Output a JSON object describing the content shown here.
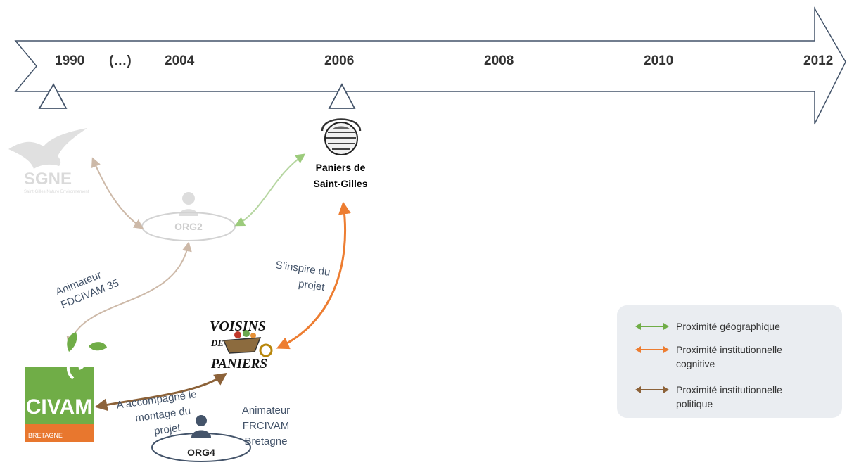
{
  "timeline": {
    "years": [
      "1990",
      "(…)",
      "2004",
      "2006",
      "2008",
      "2010",
      "2012"
    ]
  },
  "organizations": {
    "sgne": {
      "name": "SGNE",
      "subtitle": "Saint-Gilles Nature Environnement"
    },
    "org2": {
      "name": "ORG2"
    },
    "paniers": {
      "name_line1": "Paniers de",
      "name_line2": "Saint-Gilles"
    },
    "voisins": {
      "line1": "VOISINS",
      "line2": "DE",
      "line3": "PANIERS"
    },
    "civam": {
      "name": "CIVAM",
      "region": "BRETAGNE"
    },
    "org4": {
      "name": "ORG4"
    }
  },
  "annotations": {
    "fdcivam": [
      "Animateur",
      "FDCIVAM 35"
    ],
    "inspire": [
      "S’inspire du",
      "projet"
    ],
    "accompagne": [
      "A accompagné le",
      "montage du",
      "projet"
    ],
    "frcivam": [
      "Animateur",
      "FRCIVAM",
      "Bretagne"
    ]
  },
  "legend": {
    "items": [
      {
        "label_line1": "Proximité géographique",
        "label_line2": "",
        "color": "#70ad47"
      },
      {
        "label_line1": "Proximité institutionnelle",
        "label_line2": "cognitive",
        "color": "#ed7d31"
      },
      {
        "label_line1": "Proximité institutionnelle",
        "label_line2": "politique",
        "color": "#8c6239"
      }
    ]
  },
  "colors": {
    "geographic": "#70ad47",
    "cognitive": "#ed7d31",
    "political": "#8c6239",
    "political_faded": "#cdb9a8",
    "geographic_faded": "#b6d6a1",
    "timeline_stroke": "#44546a",
    "civam_green": "#70ad47",
    "civam_orange": "#e8772e",
    "org4_person": "#44546a"
  }
}
